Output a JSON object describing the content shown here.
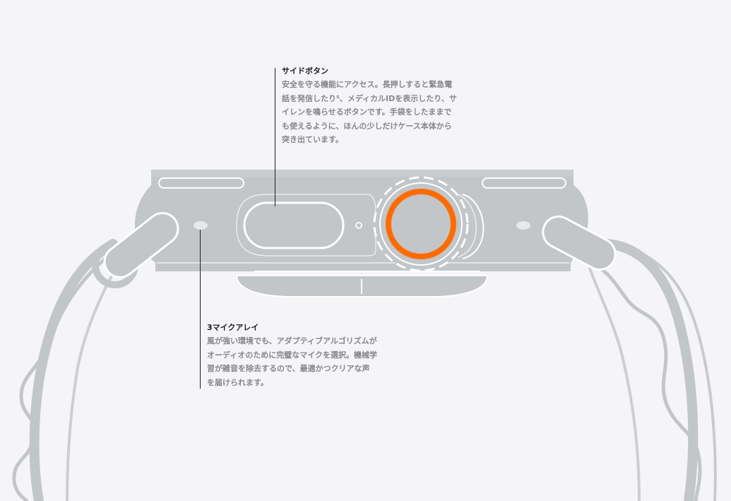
{
  "callouts": {
    "side_button": {
      "title": "サイドボタン",
      "body": "安全を守る機能にアクセス。長押しすると緊急電\n話を発信したり⁵、メディカルIDを表示したり、サ\nイレンを鳴らせるボタンです。手袋をしたままで\nも使えるように、ほんの少しだけケース本体から\n突き出ています。"
    },
    "mic_array": {
      "title": "3マイクアレイ",
      "body": "風が強い環境でも、アダプティブアルゴリズムが\nオーディオのために完璧なマイクを選択。機械学\n習が雑音を除去するので、最適かつクリアな声\nを届けられます。"
    }
  },
  "illustration": {
    "subject": "Apple Watch Ultra side view with Alpine Loop band",
    "accent_color": "#ff6b00",
    "case_color": "#c2c6c8",
    "case_outline_color": "#ffffff",
    "background_color": "#f5f5f7"
  }
}
